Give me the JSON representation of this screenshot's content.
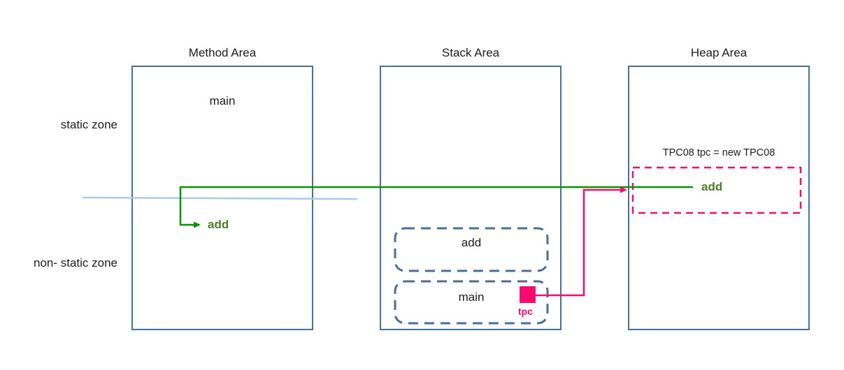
{
  "titles": {
    "method": "Method Area",
    "stack": "Stack Area",
    "heap": "Heap Area"
  },
  "zones": {
    "static_zone": "static zone",
    "non_static_zone": "non- static zone"
  },
  "method_area": {
    "main_label": "main",
    "add_label": "add"
  },
  "stack_area": {
    "frames": [
      {
        "label": "add"
      },
      {
        "label": "main"
      }
    ],
    "tpc_label": "tpc"
  },
  "heap_area": {
    "declaration": "TPC08 tpc = new TPC08",
    "add_label": "add"
  },
  "colors": {
    "box_border": "#41719c",
    "dashed_frame": "#4a6d99",
    "green_line": "#089400",
    "add_text": "#4f7b28",
    "pink": "#f20d6e",
    "divider_blue": "#aac9ef",
    "text": "#1c1c1c"
  }
}
